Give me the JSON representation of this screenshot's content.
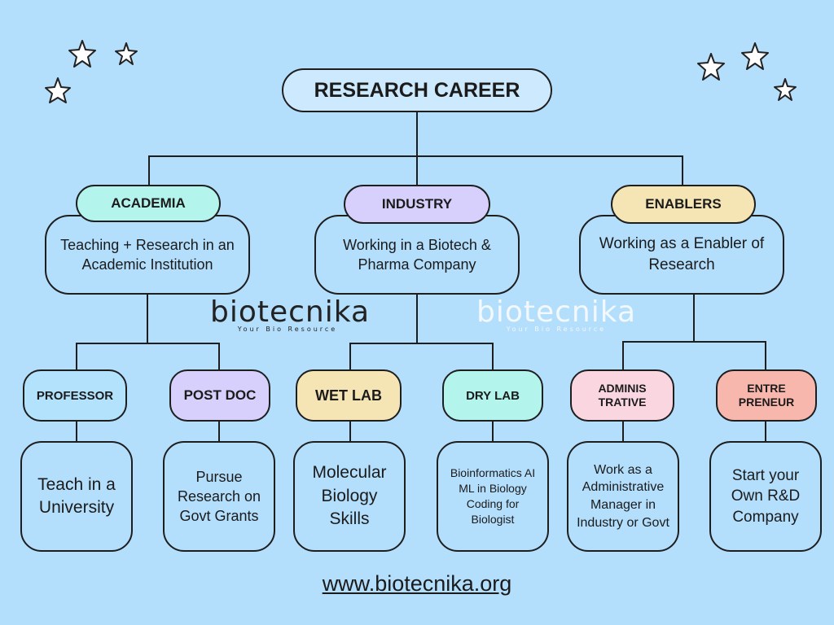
{
  "title": "RESEARCH CAREER",
  "colors": {
    "background": "#b3defc",
    "academia": "#b3f4ec",
    "industry": "#d7cffc",
    "enablers": "#f6e5b4",
    "professor": "#b3e2fc",
    "post_doc": "#d7cffc",
    "wet_lab": "#f6e5b4",
    "dry_lab": "#b3f4ec",
    "administrative": "#fad6e1",
    "entrepreneur": "#f7b7ac"
  },
  "branches": {
    "academia": {
      "label": "ACADEMIA",
      "description": "Teaching + Research in an Academic Institution"
    },
    "industry": {
      "label": "INDUSTRY",
      "description": "Working in a Biotech & Pharma Company"
    },
    "enablers": {
      "label": "ENABLERS",
      "description": "Working as a Enabler of Research"
    }
  },
  "roles": {
    "professor": {
      "label": "PROFESSOR",
      "detail": "Teach in a University"
    },
    "post_doc": {
      "label": "POST DOC",
      "detail": "Pursue Research on Govt Grants"
    },
    "wet_lab": {
      "label": "WET LAB",
      "detail": "Molecular Biology Skills"
    },
    "dry_lab": {
      "label": "DRY LAB",
      "detail": "Bioinformatics AI ML in Biology Coding for Biologist"
    },
    "administrative": {
      "label": "ADMINIS TRATIVE",
      "detail": "Work as a Administrative Manager in Industry or Govt"
    },
    "entrepreneur": {
      "label": "ENTRE PRENEUR",
      "detail": "Start your Own R&D Company"
    }
  },
  "watermark": {
    "name": "biotecnika",
    "tagline": "Your Bio Resource"
  },
  "footer_url": "www.biotecnika.org"
}
